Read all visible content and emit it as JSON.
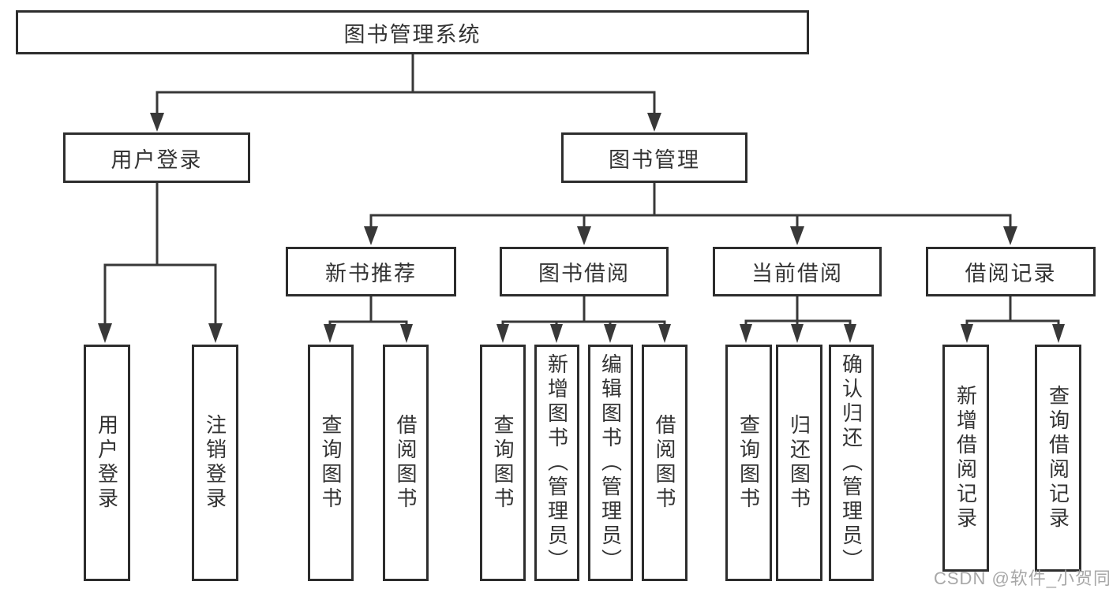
{
  "diagram": {
    "title": "图书管理系统",
    "type": "hierarchy-tree",
    "watermark": "CSDN @软件_小贺同学",
    "colors": {
      "background": "#ffffff",
      "box_border": "#2d2d2d",
      "line": "#383838",
      "text": "#333333",
      "watermark": "#9e9e9e"
    },
    "tree": {
      "root": {
        "label": "图书管理系统",
        "children": [
          {
            "label": "用户登录",
            "children": [
              {
                "label": "用户登录"
              },
              {
                "label": "注销登录"
              }
            ]
          },
          {
            "label": "图书管理",
            "children": [
              {
                "label": "新书推荐",
                "children": [
                  {
                    "label": "查询图书"
                  },
                  {
                    "label": "借阅图书"
                  }
                ]
              },
              {
                "label": "图书借阅",
                "children": [
                  {
                    "label": "查询图书"
                  },
                  {
                    "label": "新增图书（管理员）"
                  },
                  {
                    "label": "编辑图书（管理员）"
                  },
                  {
                    "label": "借阅图书"
                  }
                ]
              },
              {
                "label": "当前借阅",
                "children": [
                  {
                    "label": "查询图书"
                  },
                  {
                    "label": "归还图书"
                  },
                  {
                    "label": "确认归还（管理员）"
                  }
                ]
              },
              {
                "label": "借阅记录",
                "children": [
                  {
                    "label": "新增借阅记录"
                  },
                  {
                    "label": "查询借阅记录"
                  }
                ]
              }
            ]
          }
        ]
      }
    }
  }
}
